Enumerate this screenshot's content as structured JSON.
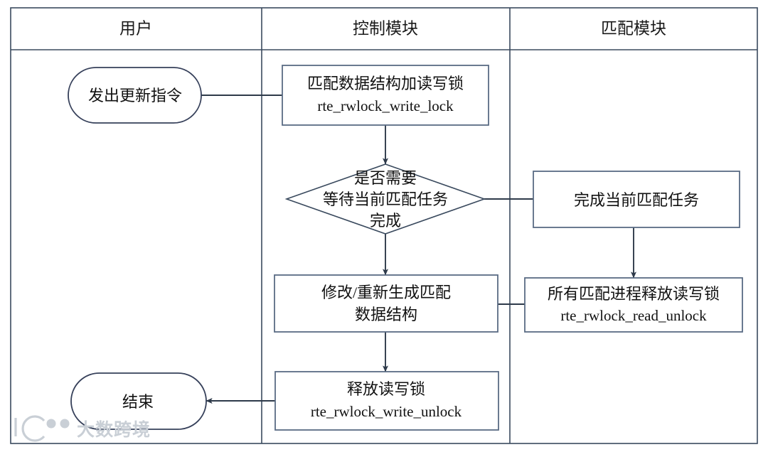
{
  "diagram": {
    "type": "swimlane-flowchart",
    "lanes": [
      {
        "id": "lane-user",
        "title": "用户"
      },
      {
        "id": "lane-control",
        "title": "控制模块"
      },
      {
        "id": "lane-match",
        "title": "匹配模块"
      }
    ],
    "nodes": [
      {
        "id": "start",
        "shape": "stadium",
        "lane": "lane-user",
        "lines": [
          "发出更新指令"
        ]
      },
      {
        "id": "write-lock",
        "shape": "rect",
        "lane": "lane-control",
        "lines": [
          "匹配数据结构加读写锁",
          "rte_rwlock_write_lock"
        ]
      },
      {
        "id": "decision-wait",
        "shape": "diamond",
        "lane": "lane-control",
        "lines": [
          "是否需要",
          "等待当前匹配任务",
          "完成"
        ]
      },
      {
        "id": "finish-current-task",
        "shape": "rect",
        "lane": "lane-match",
        "lines": [
          "完成当前匹配任务"
        ]
      },
      {
        "id": "rebuild-struct",
        "shape": "rect",
        "lane": "lane-control",
        "lines": [
          "修改/重新生成匹配",
          "数据结构"
        ]
      },
      {
        "id": "read-unlock",
        "shape": "rect",
        "lane": "lane-match",
        "lines": [
          "所有匹配进程释放读写锁",
          "rte_rwlock_read_unlock"
        ]
      },
      {
        "id": "write-unlock",
        "shape": "rect",
        "lane": "lane-control",
        "lines": [
          "释放读写锁",
          "rte_rwlock_write_unlock"
        ]
      },
      {
        "id": "end",
        "shape": "stadium",
        "lane": "lane-user",
        "lines": [
          "结束"
        ]
      }
    ],
    "edges": [
      {
        "id": "edge-start-to-writelock",
        "from": "start",
        "to": "write-lock",
        "arrow": false
      },
      {
        "id": "edge-writelock-to-decision",
        "from": "write-lock",
        "to": "decision-wait",
        "arrow": true
      },
      {
        "id": "edge-decision-to-finishtask",
        "from": "decision-wait",
        "to": "finish-current-task",
        "arrow": false
      },
      {
        "id": "edge-finishtask-to-readunlock",
        "from": "finish-current-task",
        "to": "read-unlock",
        "arrow": true
      },
      {
        "id": "edge-decision-to-rebuild",
        "from": "decision-wait",
        "to": "rebuild-struct",
        "arrow": true
      },
      {
        "id": "edge-readunlock-to-rebuild",
        "from": "read-unlock",
        "to": "rebuild-struct",
        "arrow": false
      },
      {
        "id": "edge-rebuild-to-writeunlock",
        "from": "rebuild-struct",
        "to": "write-unlock",
        "arrow": true
      },
      {
        "id": "edge-writeunlock-to-end",
        "from": "write-unlock",
        "to": "end",
        "arrow": true
      }
    ],
    "colors": {
      "frame_stroke": "#3a4a5e",
      "box_stroke": "#5a6b84",
      "edge_stroke": "#2e3a4a",
      "background": "#ffffff",
      "watermark": "#c9cfd6"
    }
  },
  "watermark": {
    "text": "大数跨境"
  }
}
